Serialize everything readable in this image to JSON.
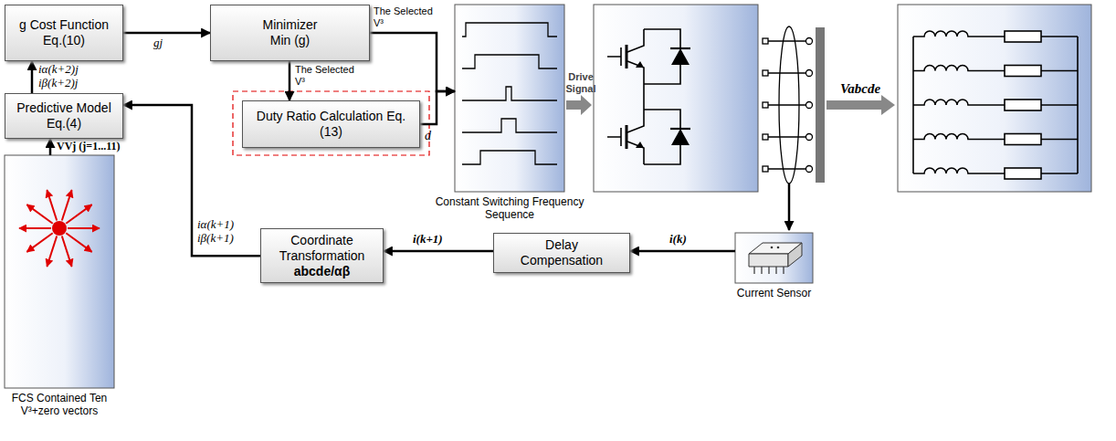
{
  "diagram": {
    "nodes": [
      {
        "text": [
          "g Cost Function Eq.(10)"
        ]
      },
      {
        "text": [
          "Minimizer",
          "Min (g)"
        ]
      },
      {
        "text": [
          "Predictive Model Eq.(4)"
        ]
      },
      {
        "text": [
          "Duty Ratio Calculation Eq.(13)"
        ]
      },
      {
        "text": [
          "Constant Switching Frequency Sequence"
        ]
      },
      {
        "text": [
          "FCS Contained Ten V³+zero vectors"
        ]
      },
      {
        "text": [
          "Coordinate Transformation",
          "abcde/αβ"
        ]
      },
      {
        "text": [
          "Delay Compensation"
        ]
      },
      {
        "text": [
          "Current Sensor"
        ]
      }
    ],
    "edges": [
      {
        "from": 0,
        "to": 1,
        "label": "gj",
        "arrow": "to"
      },
      {
        "from": 1,
        "to": 4,
        "label": "The Selected V³",
        "arrow": "to"
      },
      {
        "from": 1,
        "to": 3,
        "label": "The Selected V³",
        "arrow": "to"
      },
      {
        "from": 3,
        "to": 4,
        "label": "d",
        "arrow": "to"
      },
      {
        "from": 2,
        "to": 0,
        "label": "iα(k+2)j iβ(k+2)j",
        "arrow": "to"
      },
      {
        "from": 5,
        "to": 2,
        "label": "VVj (j=1...11)",
        "arrow": "to"
      },
      {
        "from": 6,
        "to": 2,
        "label": "iα(k+1) iβ(k+1)",
        "arrow": "to"
      },
      {
        "from": 7,
        "to": 6,
        "label": "i(k+1)",
        "arrow": "to"
      },
      {
        "from": 8,
        "to": 7,
        "label": "i(k)",
        "arrow": "to"
      }
    ],
    "labels": [
      "Drive Signal",
      "Vabcde"
    ]
  }
}
